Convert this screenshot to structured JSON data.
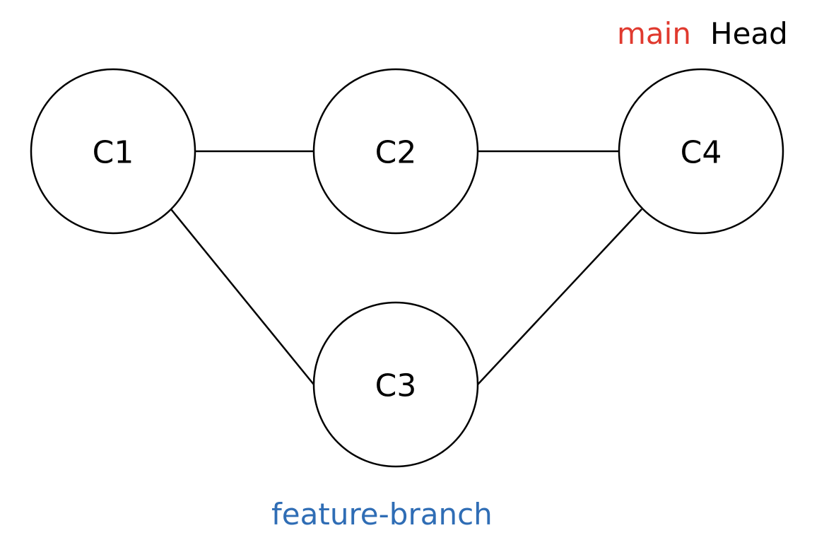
{
  "nodes": [
    {
      "id": "c1",
      "label": "C1"
    },
    {
      "id": "c2",
      "label": "C2"
    },
    {
      "id": "c3",
      "label": "C3"
    },
    {
      "id": "c4",
      "label": "C4"
    }
  ],
  "edges": [
    {
      "from": "c1",
      "to": "c2"
    },
    {
      "from": "c2",
      "to": "c4"
    },
    {
      "from": "c1",
      "to": "c3"
    },
    {
      "from": "c3",
      "to": "c4"
    }
  ],
  "labels": {
    "main": "main",
    "head": "Head",
    "feature_branch": "feature-branch"
  },
  "colors": {
    "main": "#e03a2f",
    "head": "#000000",
    "feature_branch": "#2f6db5"
  }
}
